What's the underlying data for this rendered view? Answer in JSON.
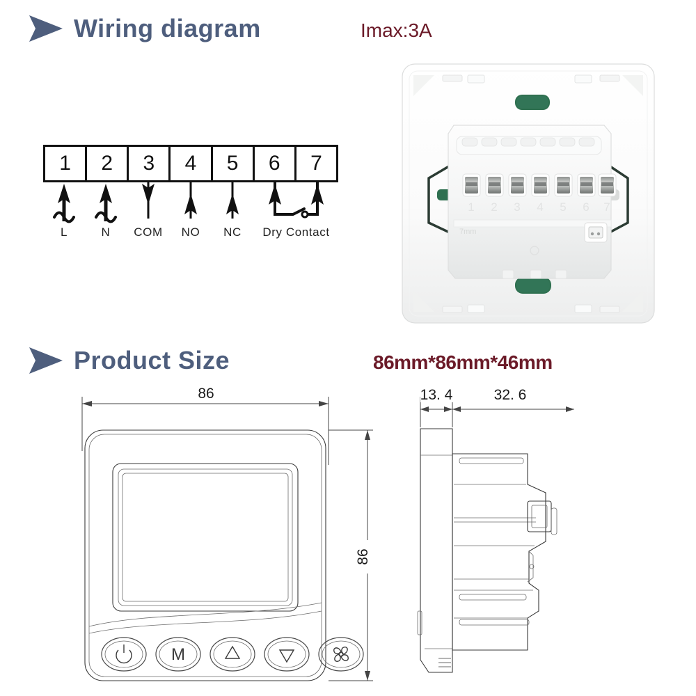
{
  "colors": {
    "header_text": "#4e5e7d",
    "accent_red": "#6b1a28",
    "line": "#3a3a3a",
    "terminal_border": "#111111",
    "pcb_green": "#2f7050"
  },
  "sections": {
    "wiring": {
      "title": "Wiring diagram",
      "note": "Imax:3A",
      "bullet_icon": "triangle-right-icon"
    },
    "product_size": {
      "title": "Product Size",
      "note": "86mm*86mm*46mm",
      "bullet_icon": "triangle-right-icon"
    }
  },
  "wiring_diagram": {
    "terminals": [
      {
        "number": "1",
        "symbol": "arrow-up-ac",
        "label": "L"
      },
      {
        "number": "2",
        "symbol": "arrow-up-ac",
        "label": "N"
      },
      {
        "number": "3",
        "symbol": "arrow-down",
        "label": "COM"
      },
      {
        "number": "4",
        "symbol": "arrow-up",
        "label": "NO"
      },
      {
        "number": "5",
        "symbol": "arrow-up",
        "label": "NC"
      },
      {
        "number": "6",
        "symbol": "arrow-up-switch",
        "label": ""
      },
      {
        "number": "7",
        "symbol": "arrow-up-switch",
        "label": ""
      }
    ],
    "group_label": "Dry Contact"
  },
  "product_photo": {
    "alt": "thermostat-rear-view",
    "terminal_numbers": [
      "1",
      "2",
      "3",
      "4",
      "5",
      "6",
      "7"
    ],
    "terminal_count": 7
  },
  "product_size": {
    "front_view": {
      "width_dim": "86",
      "height_dim": "86",
      "buttons": [
        {
          "icon": "power-icon",
          "label": ""
        },
        {
          "icon": "mode-icon",
          "label": "M"
        },
        {
          "icon": "triangle-up-icon",
          "label": ""
        },
        {
          "icon": "triangle-down-icon",
          "label": ""
        },
        {
          "icon": "fan-icon",
          "label": ""
        }
      ]
    },
    "side_view": {
      "faceplate_dim": "13. 4",
      "body_dim": "32. 6"
    }
  }
}
